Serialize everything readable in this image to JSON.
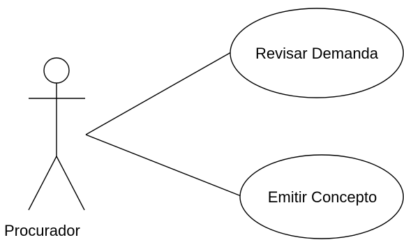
{
  "diagram": {
    "type": "use-case",
    "actor": {
      "name": "Procurador"
    },
    "use_cases": [
      {
        "label": "Revisar Demanda"
      },
      {
        "label": "Emitir Concepto"
      }
    ],
    "stroke_color": "#000000",
    "background_color": "#ffffff"
  }
}
